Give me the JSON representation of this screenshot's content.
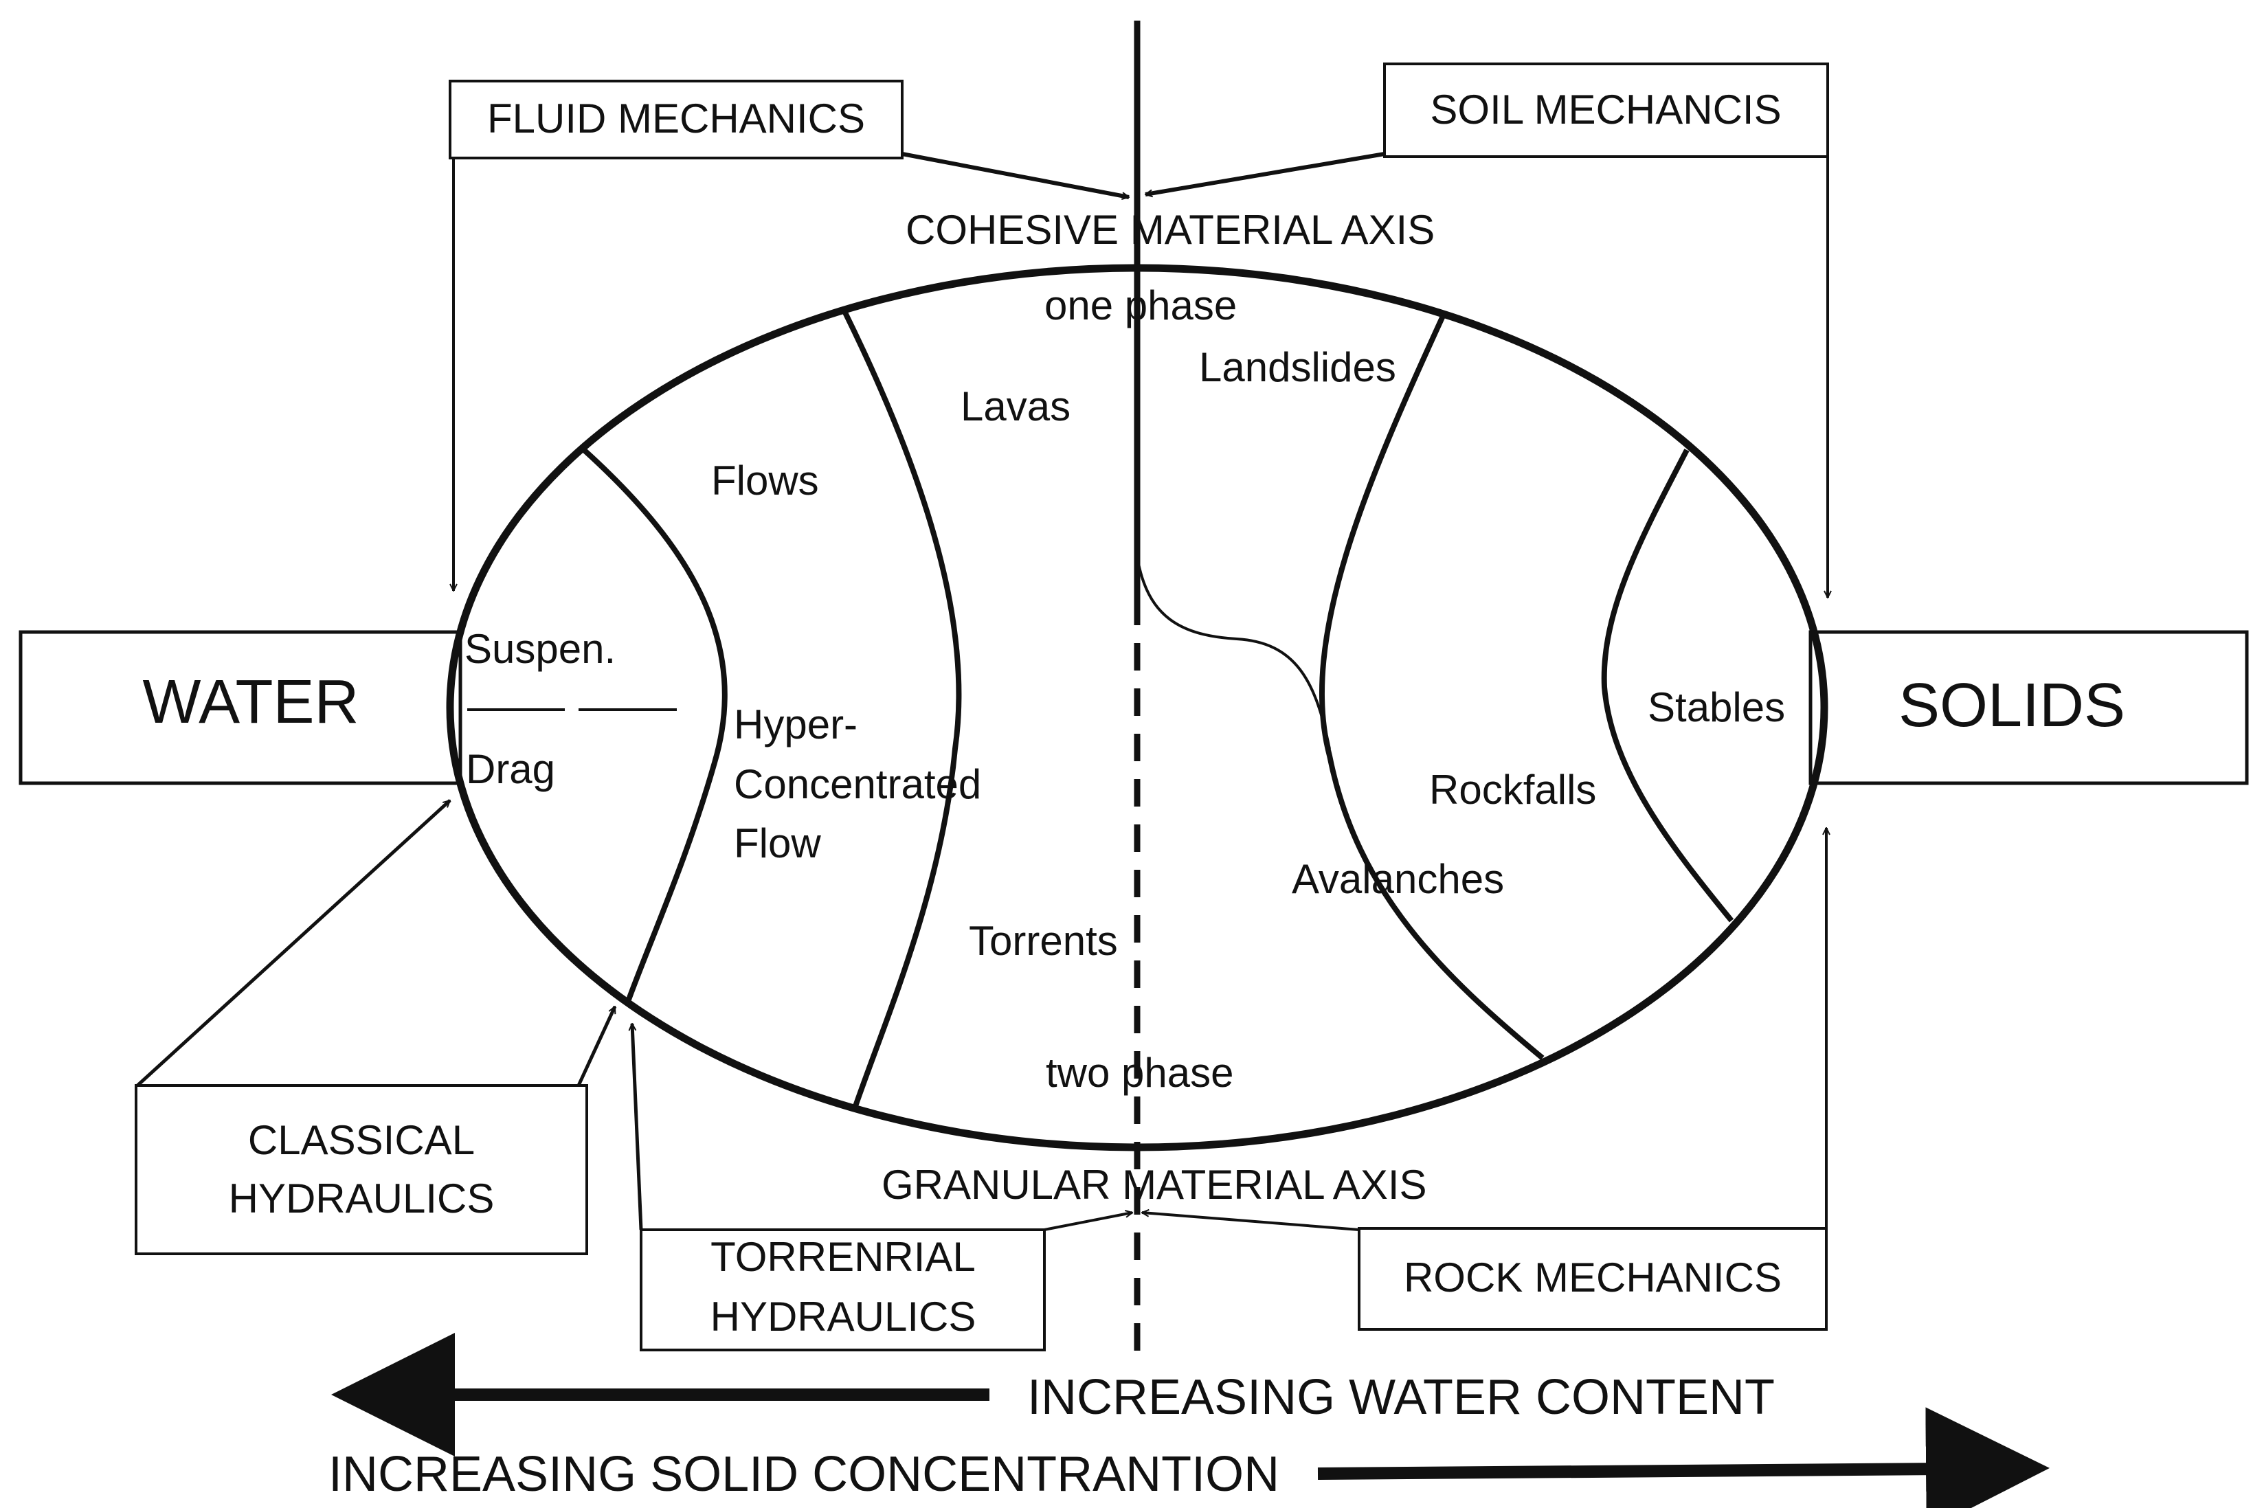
{
  "boxes": {
    "water": "WATER",
    "solids": "SOLIDS",
    "fluid_mechanics": "FLUID MECHANICS",
    "soil_mechanics": "SOIL MECHANCIS",
    "classical_hydraulics": [
      "CLASSICAL",
      "HYDRAULICS"
    ],
    "torrential_hydraulics": [
      "TORRENRIAL",
      "HYDRAULICS"
    ],
    "rock_mechanics": "ROCK MECHANICS"
  },
  "axes": {
    "cohesive": "COHESIVE MATERIAL AXIS",
    "granular": "GRANULAR MATERIAL AXIS",
    "one_phase": "one phase",
    "two_phase": "two phase"
  },
  "regions": {
    "suspension": "Suspen.",
    "drag": "Drag",
    "flows": "Flows",
    "hyper": [
      "Hyper-",
      "Concentrated",
      "Flow"
    ],
    "lavas": "Lavas",
    "torrents": "Torrents",
    "landslides": "Landslides",
    "rockfalls": "Rockfalls",
    "avalanches": "Avalanches",
    "stables": "Stables"
  },
  "trends": {
    "water_content": "INCREASING WATER CONTENT",
    "solid_concentration": "INCREASING SOLID CONCENTRANTION"
  }
}
